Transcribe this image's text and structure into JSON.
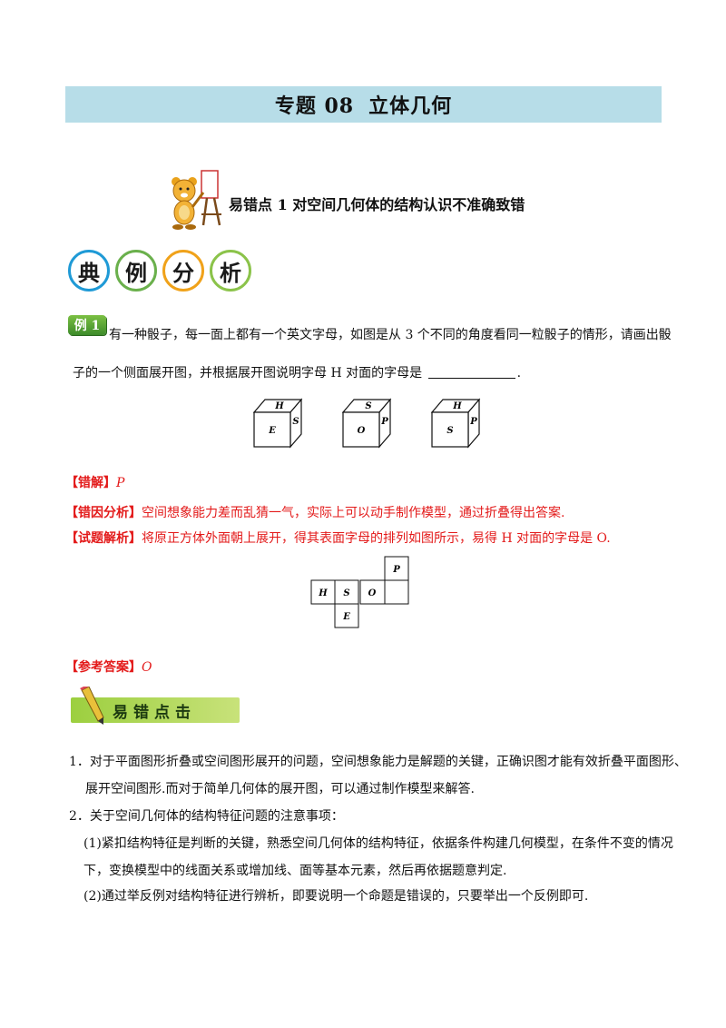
{
  "header": {
    "topic": "专题 08",
    "subject": "立体几何"
  },
  "section": {
    "heading": "易错点 1  对空间几何体的结构认识不准确致错",
    "analysis_chars": [
      "典",
      "例",
      "分",
      "析"
    ]
  },
  "example": {
    "badge": "例 1",
    "line1": "有一种骰子，每一面上都有一个英文字母，如图是从 3 个不同的角度看同一粒骰子的情形，请画出骰",
    "line2_a": "子的一个侧面展开图，并根据展开图说明字母 H 对面的字母是",
    "line2_b": ".",
    "cubes": [
      {
        "top": "H",
        "front": "E",
        "side": "S"
      },
      {
        "top": "S",
        "front": "O",
        "side": "P"
      },
      {
        "top": "H",
        "front": "S",
        "side": "P"
      }
    ]
  },
  "solution": {
    "wrong_label": "【错解】",
    "wrong_value": "P",
    "cause_label": "【错因分析】",
    "cause_text": "空间想象能力差而乱猜一气，实际上可以动手制作模型，通过折叠得出答案.",
    "analysis_label": "【试题解析】",
    "analysis_text": "将原正方体外面朝上展开，得其表面字母的排列如图所示，易得 H 对面的字母是 O.",
    "net": {
      "top": "P",
      "row": [
        "H",
        "S",
        "O",
        ""
      ],
      "bottom": "E"
    },
    "answer_label": "【参考答案】",
    "answer_value": "O"
  },
  "tips": {
    "banner": "易错点击",
    "item1_a": "1．对于平面图形折叠或空间图形展开的问题，空间想象能力是解题的关键，正确识图才能有效折叠平面图形、",
    "item1_b": "展开空间图形.而对于简单几何体的展开图，可以通过制作模型来解答.",
    "item2": "2．关于空间几何体的结构特征问题的注意事项：",
    "sub1_a": "(1)紧扣结构特征是判断的关键，熟悉空间几何体的结构特征，依据条件构建几何模型，在条件不变的情况",
    "sub1_b": "下，变换模型中的线面关系或增加线、面等基本元素，然后再依据题意判定.",
    "sub2": "(2)通过举反例对结构特征进行辨析，即要说明一个命题是错误的，只要举出一个反例即可."
  },
  "colors": {
    "title_bar": "#b7dde8",
    "red": "#e31a1a",
    "green": "#6db33f"
  }
}
